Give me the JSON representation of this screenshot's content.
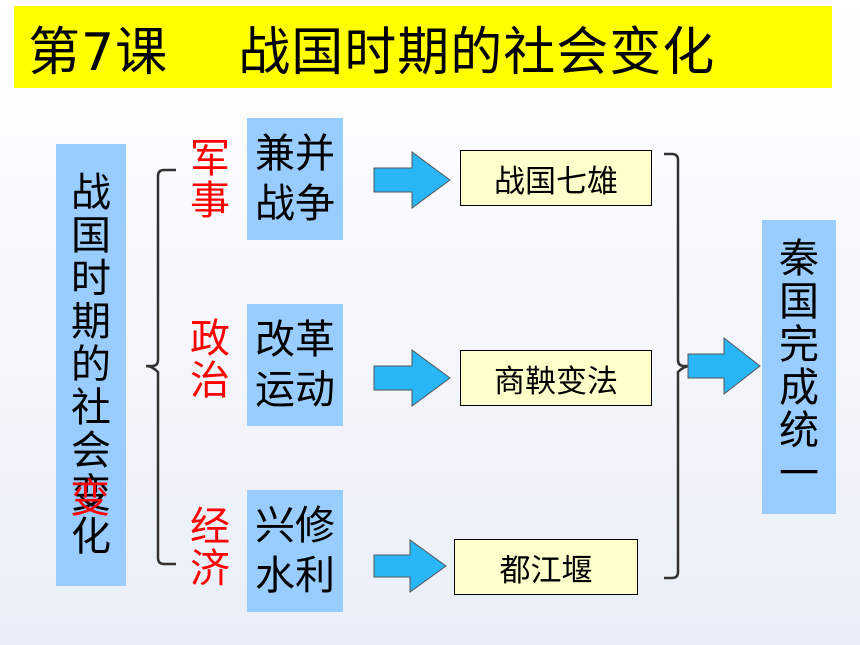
{
  "title": "第7课    战国时期的社会变化",
  "left_label": "战国时期的社会变化",
  "left_overlay_char": "变",
  "categories": [
    {
      "label": "军事",
      "box": "兼并战争",
      "result": "战国七雄"
    },
    {
      "label": "政治",
      "box": "改革运动",
      "result": "商鞅变法"
    },
    {
      "label": "经济",
      "box": "兴修水利",
      "result": "都江堰"
    }
  ],
  "outcome": "秦国完成统一",
  "colors": {
    "title_bg": "#ffff00",
    "box_blue": "#99ccff",
    "result_bg": "#ffffcc",
    "label_red": "#ff0000",
    "arrow": "#29b6f6"
  }
}
